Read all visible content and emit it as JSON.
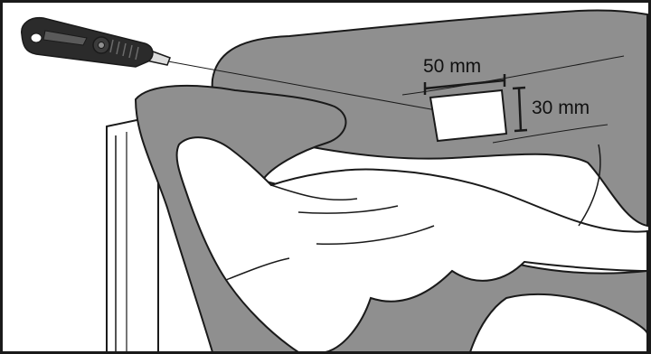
{
  "labels": {
    "width_label": "50 mm",
    "height_label": "30 mm"
  },
  "measurements": {
    "cutout_width_mm": 50,
    "cutout_height_mm": 30
  },
  "colors": {
    "glove_fill": "#8f8f8f",
    "outline": "#1a1a1a",
    "paper": "#ffffff",
    "knife_body": "#2b2b2b",
    "blade": "#dcdcdc"
  },
  "icons": {
    "knife": "utility-knife-icon"
  }
}
